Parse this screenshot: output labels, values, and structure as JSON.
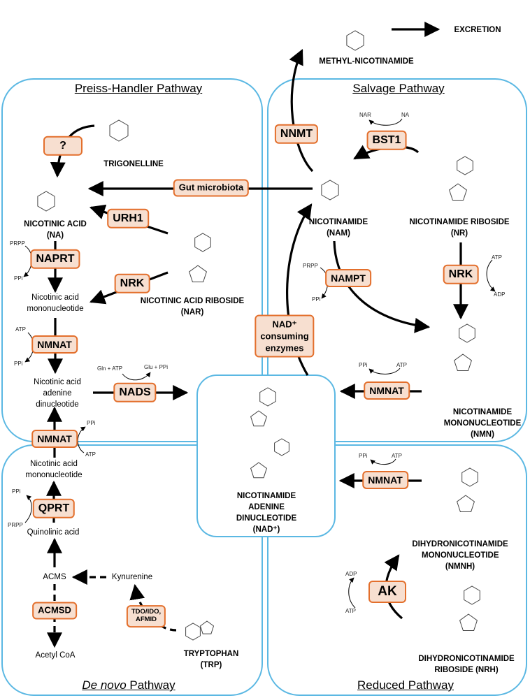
{
  "colors": {
    "panel_border": "#5bb8e3",
    "enzyme_fill": "#f7dfd0",
    "enzyme_border": "#e36f2c",
    "arrow": "#000000"
  },
  "panels": {
    "preiss_handler": "Preiss-Handler Pathway",
    "salvage": "Salvage Pathway",
    "de_novo_italic": "De novo",
    "de_novo_rest": " Pathway",
    "reduced": "Reduced Pathway"
  },
  "enzymes": {
    "unknown": "?",
    "gut": "Gut microbiota",
    "urh1": "URH1",
    "naprt": "NAPRT",
    "nrk_left": "NRK",
    "nmnat_ph": "NMNAT",
    "nads": "NADS",
    "nmnat_dn": "NMNAT",
    "qprt": "QPRT",
    "acmsd": "ACMSD",
    "tdo_line1": "TDO/IDO,",
    "tdo_line2": "AFMID",
    "nnmt": "NNMT",
    "bst1": "BST1",
    "nampt": "NAMPT",
    "nrk_right": "NRK",
    "nad_consuming_line1": "NAD⁺",
    "nad_consuming_line2": "consuming",
    "nad_consuming_line3": "enzymes",
    "nmnat_salvage": "NMNAT",
    "nmnat_reduced": "NMNAT",
    "ak": "AK"
  },
  "compounds": {
    "methyl_nam": "METHYL-NICOTINAMIDE",
    "excretion": "EXCRETION",
    "trigonelline": "TRIGONELLINE",
    "na_1": "NICOTINIC ACID",
    "na_2": "(NA)",
    "nam_1": "NICOTINAMIDE",
    "nam_2": "(NAM)",
    "nr_1": "NICOTINAMIDE RIBOSIDE",
    "nr_2": "(NR)",
    "nar_1": "NICOTINIC ACID RIBOSIDE",
    "nar_2": "(NAR)",
    "nmn_1": "NICOTINAMIDE",
    "nmn_2": "MONONUCLEOTIDE",
    "nmn_3": "(NMN)",
    "nad_1": "NICOTINAMIDE",
    "nad_2": "ADENINE",
    "nad_3": "DINUCLEOTIDE",
    "nad_4": "(NAD⁺)",
    "nmnh_1": "DIHYDRONICOTINAMIDE",
    "nmnh_2": "MONONUCLEOTIDE (NMNH)",
    "nrh_1": "DIHYDRONICOTINAMIDE",
    "nrh_2": "RIBOSIDE (NRH)",
    "trp_1": "TRYPTOPHAN",
    "trp_2": "(TRP)"
  },
  "metabolites": {
    "naMN_1": "Nicotinic acid",
    "naMN_2": "mononucleotide",
    "naad_1": "Nicotinic acid",
    "naad_2": "adenine",
    "naad_3": "dinucleotide",
    "naMN2_1": "Nicotinic acid",
    "naMN2_2": "mononucleotide",
    "quinolinic": "Quinolinic acid",
    "acms": "ACMS",
    "kynurenine": "Kynurenine",
    "acetyl_coa": "Acetyl CoA"
  },
  "cofactors": {
    "naprt_in": "PRPP",
    "naprt_out": "PPi",
    "nmnat_ph_in": "ATP",
    "nmnat_ph_out": "PPi",
    "nads_in": "Gln + ATP",
    "nads_out": "Glu + PPi",
    "nmnat_dn_out": "PPi",
    "nmnat_dn_in": "ATP",
    "qprt_out": "PPi",
    "qprt_in": "PRPP",
    "bst1_out": "NAR",
    "bst1_in": "NA",
    "nampt_in": "PRPP",
    "nampt_out": "PPi",
    "nrk_in": "ATP",
    "nrk_out": "ADP",
    "nmnat_s_out": "PPi",
    "nmnat_s_in": "ATP",
    "nmnat_r_out": "PPi",
    "nmnat_r_in": "ATP",
    "ak_out": "ADP",
    "ak_in": "ATP"
  }
}
